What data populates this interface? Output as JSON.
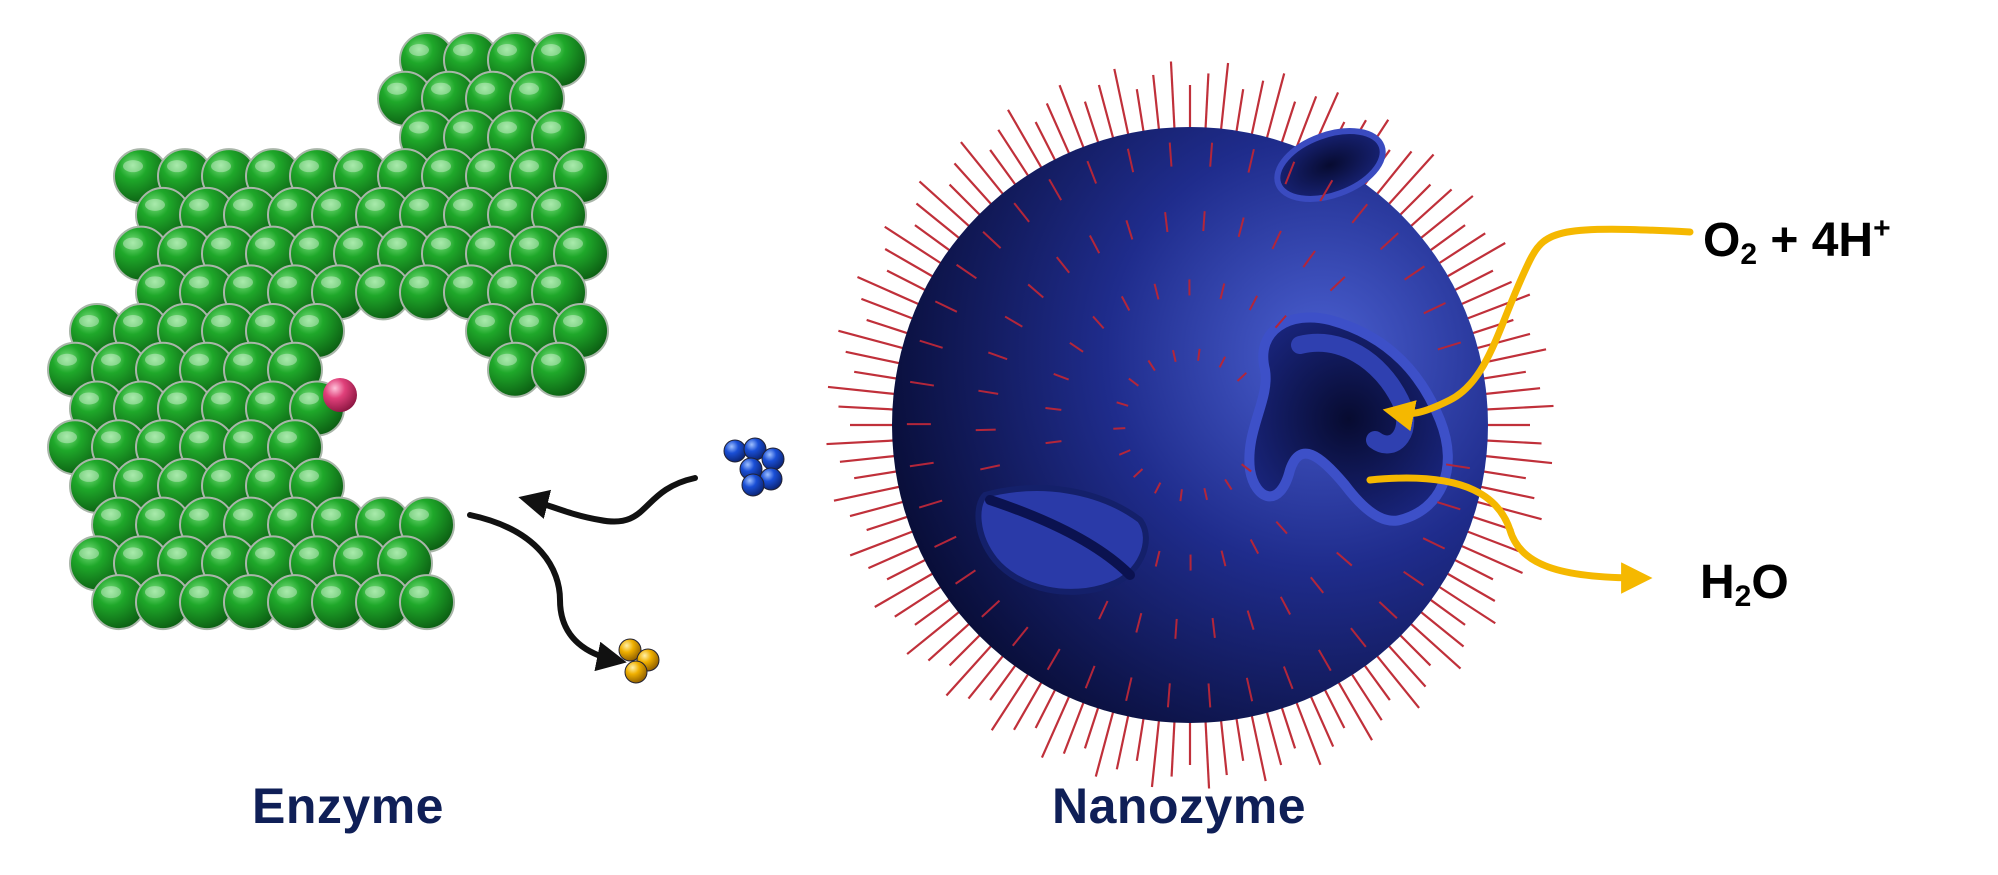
{
  "labels": {
    "enzyme": "Enzyme",
    "nanozyme": "Nanozyme"
  },
  "reaction": {
    "reactant_o": "O",
    "reactant_o_sub": "2",
    "reactant_rest": " + 4H",
    "reactant_sup": "+",
    "product_h": "H",
    "product_h_sub": "2",
    "product_o": "O"
  },
  "colors": {
    "enzyme_sphere": "#138a1c",
    "active_site": "#e0407a",
    "substrate": "#1a4fd6",
    "product": "#f0b000",
    "nanozyme_body": "#1d2a8a",
    "spike": "#c0303a",
    "reaction_arrow": "#f5b800",
    "enzyme_arrow": "#111111",
    "caption_text": "#0f1f57"
  },
  "icons": {
    "enzyme": "protein-sphere-cluster",
    "nanozyme": "spiky-porous-nanoparticle",
    "substrate": "blue-molecule",
    "product": "gold-molecule"
  }
}
